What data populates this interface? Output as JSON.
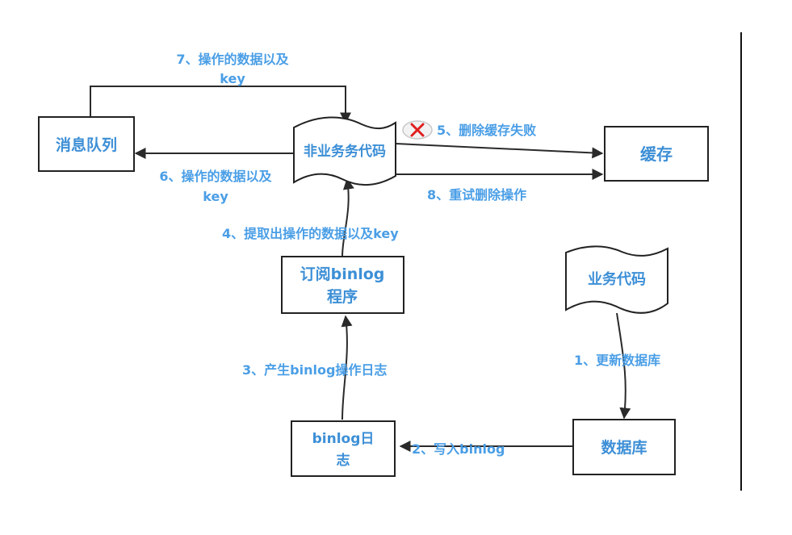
{
  "nodes": {
    "message_queue": "消息队列",
    "non_business_code": "非业务务代码",
    "cache": "缓存",
    "subscribe_program": [
      "订阅binlog",
      "程序"
    ],
    "business_code": "业务代码",
    "binlog_log": [
      "binlog日",
      "志"
    ],
    "database": "数据库"
  },
  "edges": {
    "step1": "1、更新数据库",
    "step2": "2、写入binlog",
    "step3": "3、产生binlog操作日志",
    "step4": "4、提取出操作的数据以及key",
    "step5": "5、删除缓存失败",
    "step6": [
      "6、操作的数据以及",
      "key"
    ],
    "step7": [
      "7、操作的数据以及",
      "key"
    ],
    "step8": "8、重试删除操作"
  },
  "colors": {
    "text": "#3d8fd6",
    "line": "#2a2a2a",
    "fail_mark": "#e02020"
  },
  "icons": {
    "fail_mark": "x-cross-icon"
  }
}
